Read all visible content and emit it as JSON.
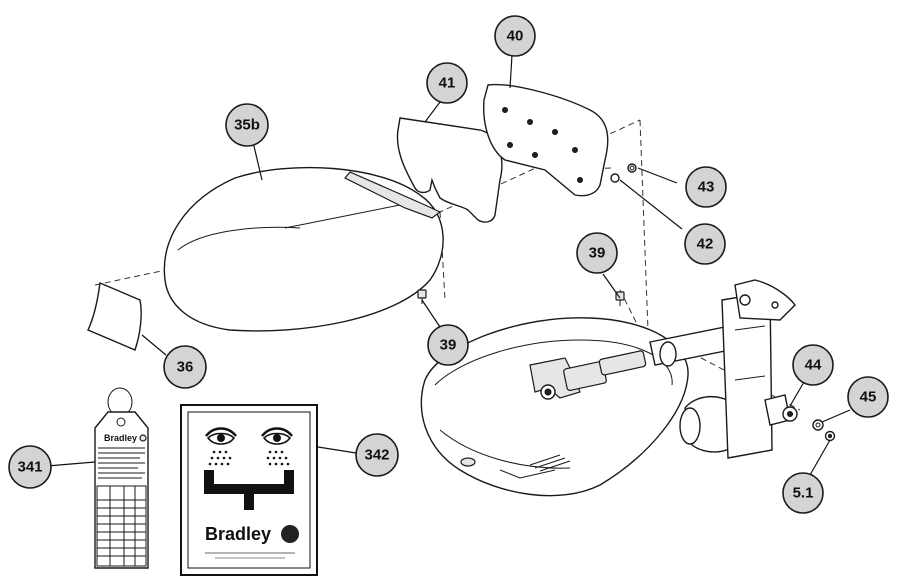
{
  "diagram": {
    "callouts": [
      {
        "id": "c40",
        "label": "40"
      },
      {
        "id": "c41",
        "label": "41"
      },
      {
        "id": "c35b",
        "label": "35b"
      },
      {
        "id": "c43",
        "label": "43"
      },
      {
        "id": "c42",
        "label": "42"
      },
      {
        "id": "c39a",
        "label": "39"
      },
      {
        "id": "c39b",
        "label": "39"
      },
      {
        "id": "c36",
        "label": "36"
      },
      {
        "id": "c44",
        "label": "44"
      },
      {
        "id": "c45",
        "label": "45"
      },
      {
        "id": "c51",
        "label": "5.1"
      },
      {
        "id": "c341",
        "label": "341"
      },
      {
        "id": "c342",
        "label": "342"
      }
    ],
    "tag_brand": "Bradley",
    "sign_brand": "Bradley",
    "colors": {
      "callout_fill": "#d4d4d4",
      "line": "#1a1a1a",
      "background": "#ffffff"
    }
  }
}
